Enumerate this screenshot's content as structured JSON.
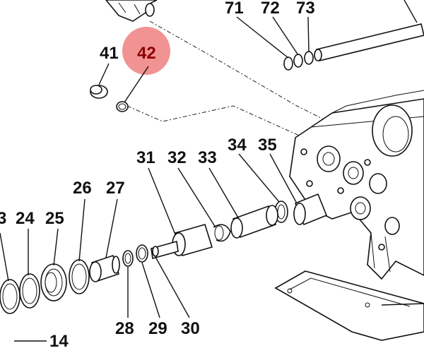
{
  "diagram": {
    "highlight_color": "#f08080",
    "parts": [
      {
        "id": "p71",
        "label": "71"
      },
      {
        "id": "p72",
        "label": "72"
      },
      {
        "id": "p73",
        "label": "73"
      },
      {
        "id": "p41",
        "label": "41"
      },
      {
        "id": "p42",
        "label": "42",
        "highlighted": true
      },
      {
        "id": "p31",
        "label": "31"
      },
      {
        "id": "p32",
        "label": "32"
      },
      {
        "id": "p33",
        "label": "33"
      },
      {
        "id": "p34",
        "label": "34"
      },
      {
        "id": "p35",
        "label": "35"
      },
      {
        "id": "p26",
        "label": "26"
      },
      {
        "id": "p27",
        "label": "27"
      },
      {
        "id": "p23",
        "label": "3"
      },
      {
        "id": "p24",
        "label": "24"
      },
      {
        "id": "p25",
        "label": "25"
      },
      {
        "id": "p28",
        "label": "28"
      },
      {
        "id": "p29",
        "label": "29"
      },
      {
        "id": "p30",
        "label": "30"
      },
      {
        "id": "p14",
        "label": "14"
      }
    ]
  }
}
